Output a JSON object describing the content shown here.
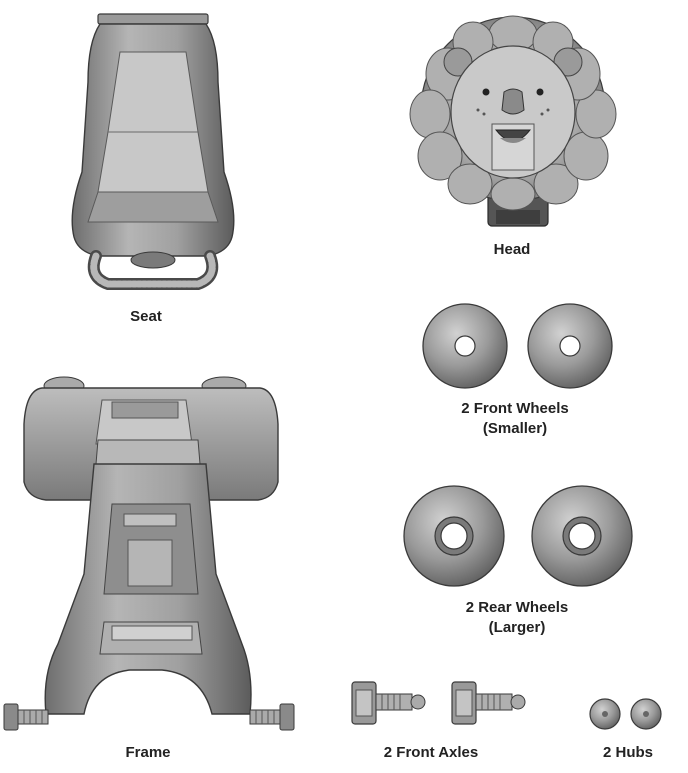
{
  "parts": {
    "seat": {
      "label": "Seat"
    },
    "head": {
      "label": "Head"
    },
    "front_wheels": {
      "label_line1": "2 Front Wheels",
      "label_line2": "(Smaller)"
    },
    "rear_wheels": {
      "label_line1": "2 Rear Wheels",
      "label_line2": "(Larger)"
    },
    "frame": {
      "label": "Frame"
    },
    "front_axles": {
      "label": "2 Front Axles"
    },
    "hubs": {
      "label": "2 Hubs"
    }
  },
  "colors": {
    "part_fill": "#8c8c8c",
    "part_dark": "#5a5a5a",
    "part_light": "#c4c4c4",
    "outline": "#3a3a3a",
    "label_text": "#222222"
  }
}
